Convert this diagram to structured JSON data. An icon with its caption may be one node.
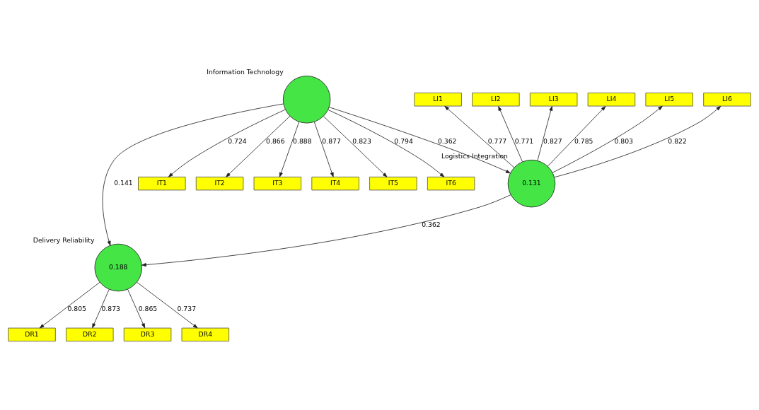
{
  "diagram": {
    "nodes": [
      {
        "text": [
          "LI1"
        ]
      },
      {
        "text": [
          "LI2"
        ]
      },
      {
        "text": [
          "LI3"
        ]
      },
      {
        "text": [
          "LI4"
        ]
      },
      {
        "text": [
          "LI5"
        ]
      },
      {
        "text": [
          "LI6"
        ]
      },
      {
        "text": [
          "0.131"
        ],
        "beside": [
          "Logistics Integration"
        ]
      },
      {
        "text": [
          "IT1"
        ]
      },
      {
        "text": [
          "IT2"
        ]
      },
      {
        "text": [
          "IT3"
        ]
      },
      {
        "text": [
          "IT4"
        ]
      },
      {
        "text": [
          "IT5"
        ]
      },
      {
        "text": [
          "IT6"
        ]
      },
      {
        "text": [],
        "shape": "circle",
        "beside": [
          "Information Technology"
        ]
      },
      {
        "text": [
          "0.188"
        ],
        "beside": [
          "Delivery Reliability"
        ]
      },
      {
        "text": [
          "DR1"
        ]
      },
      {
        "text": [
          "DR2"
        ]
      },
      {
        "text": [
          "DR3"
        ]
      },
      {
        "text": [
          "DR4"
        ]
      }
    ],
    "edges": [
      {
        "from": 6,
        "to": 0,
        "arrow": "to",
        "label": "0.777"
      },
      {
        "from": 6,
        "to": 1,
        "arrow": "to",
        "label": "0.771"
      },
      {
        "from": 6,
        "to": 2,
        "arrow": "to",
        "label": "0.827"
      },
      {
        "from": 6,
        "to": 3,
        "arrow": "to",
        "label": "0.785"
      },
      {
        "from": 6,
        "to": 4,
        "arrow": "to",
        "label": "0.803"
      },
      {
        "from": 6,
        "to": 5,
        "arrow": "to",
        "label": "0.822"
      },
      {
        "from": 13,
        "to": 6,
        "arrow": "to",
        "label": "0.362"
      },
      {
        "from": 6,
        "to": 14,
        "arrow": "to",
        "label": "0.362"
      },
      {
        "from": 13,
        "to": 7,
        "arrow": "to",
        "label": "0.724"
      },
      {
        "from": 13,
        "to": 8,
        "arrow": "to",
        "label": "0.866"
      },
      {
        "from": 13,
        "to": 9,
        "arrow": "to",
        "label": "0.888"
      },
      {
        "from": 13,
        "to": 10,
        "arrow": "to",
        "label": "0.877"
      },
      {
        "from": 13,
        "to": 11,
        "arrow": "to",
        "label": "0.823"
      },
      {
        "from": 13,
        "to": 12,
        "arrow": "to",
        "label": "0.794"
      },
      {
        "from": 13,
        "to": 14,
        "arrow": "to",
        "label": "0.141"
      },
      {
        "from": 14,
        "to": 15,
        "arrow": "to",
        "label": "0.805"
      },
      {
        "from": 14,
        "to": 16,
        "arrow": "to",
        "label": "0.873"
      },
      {
        "from": 14,
        "to": 17,
        "arrow": "to",
        "label": "0.865"
      },
      {
        "from": 14,
        "to": 18,
        "arrow": "to",
        "label": "0.737"
      }
    ]
  }
}
